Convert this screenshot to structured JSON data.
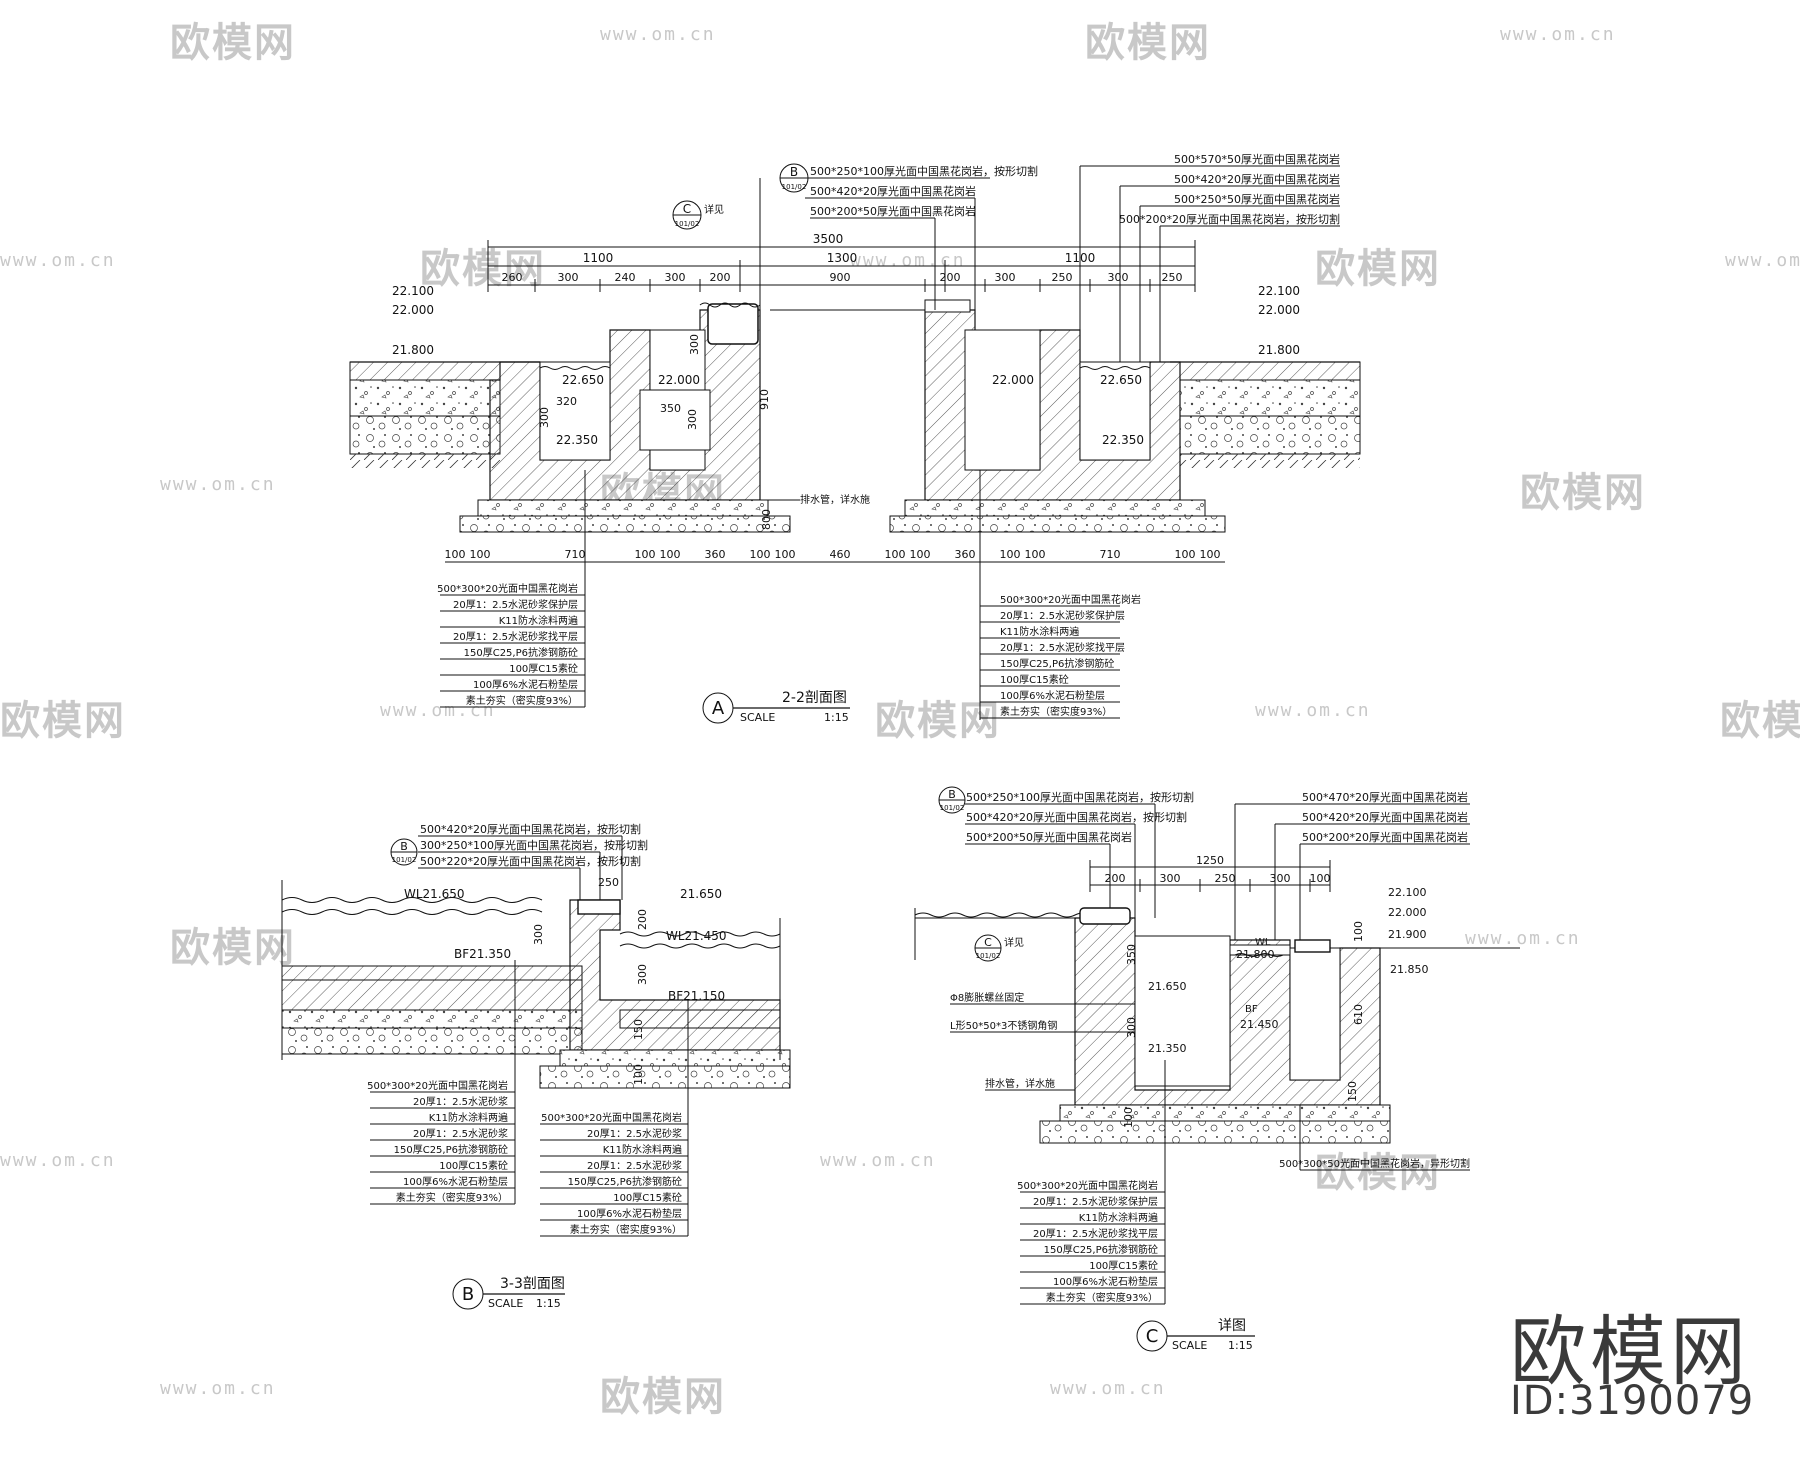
{
  "watermark": {
    "logo_text": "欧模网",
    "url_text": "www.om.cn",
    "brand_text": "欧模网",
    "id_text": "ID:3190079"
  },
  "section_a": {
    "letter": "A",
    "title": "2-2剖面图",
    "scale_label": "SCALE",
    "scale_value": "1:15",
    "dims_top_total": "3500",
    "dims_top_mid": [
      "1100",
      "1300",
      "1100"
    ],
    "dims_top_detail": [
      "260",
      "300",
      "240",
      "300",
      "200",
      "900",
      "200",
      "300",
      "250",
      "300",
      "250"
    ],
    "dims_bottom": [
      "100",
      "100",
      "710",
      "100",
      "100",
      "360",
      "100",
      "100",
      "460",
      "100",
      "100",
      "360",
      "100",
      "100",
      "710",
      "100",
      "100"
    ],
    "levels": [
      "22.100",
      "22.000",
      "21.800",
      "22.650",
      "22.000",
      "22.350",
      "22.000",
      "22.650",
      "22.350",
      "22.100",
      "22.000",
      "21.800"
    ],
    "vertical_dims": [
      "910",
      "300",
      "350",
      "300",
      "320",
      "300",
      "800"
    ],
    "ref_b": "B",
    "ref_b_sub": "101/02",
    "ref_c": "C",
    "ref_c_sub": "101/02",
    "ref_c_note": "详见",
    "top_labels_left": [
      "500*250*100厚光面中国黑花岗岩，按形切割",
      "500*420*20厚光面中国黑花岗岩",
      "500*200*50厚光面中国黑花岗岩"
    ],
    "top_labels_right": [
      "500*570*50厚光面中国黑花岗岩",
      "500*420*20厚光面中国黑花岗岩",
      "500*250*50厚光面中国黑花岗岩",
      "500*200*20厚光面中国黑花岗岩，按形切割"
    ],
    "drain_note": "排水管，详水施",
    "layers_left": [
      "500*300*20光面中国黑花岗岩",
      "20厚1：2.5水泥砂浆保护层",
      "K11防水涂料两遍",
      "20厚1：2.5水泥砂浆找平层",
      "150厚C25,P6抗渗钢筋砼",
      "100厚C15素砼",
      "100厚6%水泥石粉垫层",
      "素土夯实（密实度93%）"
    ],
    "layers_right": [
      "500*300*20光面中国黑花岗岩",
      "20厚1：2.5水泥砂浆保护层",
      "K11防水涂料两遍",
      "20厚1：2.5水泥砂浆找平层",
      "150厚C25,P6抗渗钢筋砼",
      "100厚C15素砼",
      "100厚6%水泥石粉垫层",
      "素土夯实（密实度93%）"
    ]
  },
  "section_b": {
    "letter": "B",
    "title": "3-3剖面图",
    "scale_label": "SCALE",
    "scale_value": "1:15",
    "ref_b": "B",
    "ref_b_sub": "101/02",
    "top_labels": [
      "500*420*20厚光面中国黑花岗岩，按形切割",
      "300*250*100厚光面中国黑花岗岩，按形切割",
      "500*220*20厚光面中国黑花岗岩，按形切割"
    ],
    "levels": [
      "WL21.650",
      "BF21.350",
      "21.650",
      "WL21.450",
      "BF21.150"
    ],
    "dims": [
      "250",
      "300",
      "200",
      "300",
      "100",
      "150"
    ],
    "layers_left": [
      "500*300*20光面中国黑花岗岩",
      "20厚1：2.5水泥砂浆",
      "K11防水涂料两遍",
      "20厚1：2.5水泥砂浆",
      "150厚C25,P6抗渗钢筋砼",
      "100厚C15素砼",
      "100厚6%水泥石粉垫层",
      "素土夯实（密实度93%）"
    ],
    "layers_right": [
      "500*300*20光面中国黑花岗岩",
      "20厚1：2.5水泥砂浆",
      "K11防水涂料两遍",
      "20厚1：2.5水泥砂浆",
      "150厚C25,P6抗渗钢筋砼",
      "100厚C15素砼",
      "100厚6%水泥石粉垫层",
      "素土夯实（密实度93%）"
    ]
  },
  "section_c": {
    "letter": "C",
    "title": "详图",
    "scale_label": "SCALE",
    "scale_value": "1:15",
    "ref_b": "B",
    "ref_b_sub": "101/02",
    "ref_c": "C",
    "ref_c_sub": "101/02",
    "ref_c_note": "详见",
    "dims_top_total": "1250",
    "dims_top": [
      "200",
      "300",
      "250",
      "300",
      "100"
    ],
    "top_labels_left": [
      "500*250*100厚光面中国黑花岗岩，按形切割",
      "500*420*20厚光面中国黑花岗岩，按形切割",
      "500*200*50厚光面中国黑花岗岩"
    ],
    "top_labels_right": [
      "500*470*20厚光面中国黑花岗岩",
      "500*420*20厚光面中国黑花岗岩",
      "500*200*20厚光面中国黑花岗岩"
    ],
    "levels": [
      "22.100",
      "22.000",
      "21.900",
      "21.850",
      "21.800",
      "21.650",
      "21.450",
      "21.350"
    ],
    "marks": [
      "WL",
      "BF"
    ],
    "vertical_dims": [
      "350",
      "300",
      "100",
      "610",
      "150",
      "100"
    ],
    "notes": [
      "Φ8膨胀螺丝固定",
      "L形50*50*3不锈钢角钢",
      "排水管，详水施"
    ],
    "bottom_right_label": "500*300*50光面中国黑花岗岩，异形切割",
    "layers": [
      "500*300*20光面中国黑花岗岩",
      "20厚1：2.5水泥砂浆保护层",
      "K11防水涂料两遍",
      "20厚1：2.5水泥砂浆找平层",
      "150厚C25,P6抗渗钢筋砼",
      "100厚C15素砼",
      "100厚6%水泥石粉垫层",
      "素土夯实（密实度93%）"
    ]
  }
}
